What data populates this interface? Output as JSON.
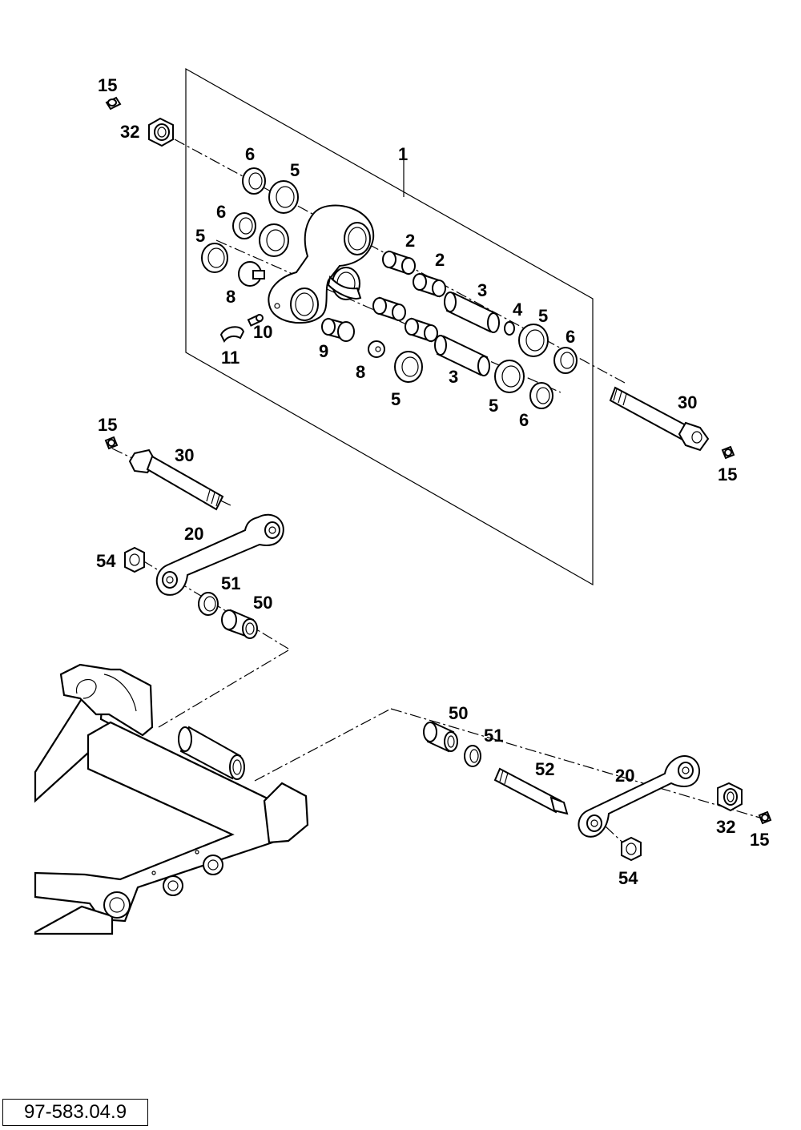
{
  "diagram": {
    "drawing_code": "97-583.04.9",
    "callouts": [
      {
        "id": "c1",
        "text": "1"
      },
      {
        "id": "c15a",
        "text": "15"
      },
      {
        "id": "c32a",
        "text": "32"
      },
      {
        "id": "c6a",
        "text": "6"
      },
      {
        "id": "c5a",
        "text": "5"
      },
      {
        "id": "c6b",
        "text": "6"
      },
      {
        "id": "c5b",
        "text": "5"
      },
      {
        "id": "c8a",
        "text": "8"
      },
      {
        "id": "c10",
        "text": "10"
      },
      {
        "id": "c11",
        "text": "11"
      },
      {
        "id": "c9",
        "text": "9"
      },
      {
        "id": "c8b",
        "text": "8"
      },
      {
        "id": "c5c",
        "text": "5"
      },
      {
        "id": "c2a",
        "text": "2"
      },
      {
        "id": "c2b",
        "text": "2"
      },
      {
        "id": "c3a",
        "text": "3"
      },
      {
        "id": "c3b",
        "text": "3"
      },
      {
        "id": "c4",
        "text": "4"
      },
      {
        "id": "c5d",
        "text": "5"
      },
      {
        "id": "c6c",
        "text": "6"
      },
      {
        "id": "c5e",
        "text": "5"
      },
      {
        "id": "c6d",
        "text": "6"
      },
      {
        "id": "c30a",
        "text": "30"
      },
      {
        "id": "c15b",
        "text": "15"
      },
      {
        "id": "c15c",
        "text": "15"
      },
      {
        "id": "c30b",
        "text": "30"
      },
      {
        "id": "c20a",
        "text": "20"
      },
      {
        "id": "c54a",
        "text": "54"
      },
      {
        "id": "c51a",
        "text": "51"
      },
      {
        "id": "c50a",
        "text": "50"
      },
      {
        "id": "c50b",
        "text": "50"
      },
      {
        "id": "c51b",
        "text": "51"
      },
      {
        "id": "c52",
        "text": "52"
      },
      {
        "id": "c20b",
        "text": "20"
      },
      {
        "id": "c32b",
        "text": "32"
      },
      {
        "id": "c15d",
        "text": "15"
      },
      {
        "id": "c54b",
        "text": "54"
      }
    ]
  }
}
